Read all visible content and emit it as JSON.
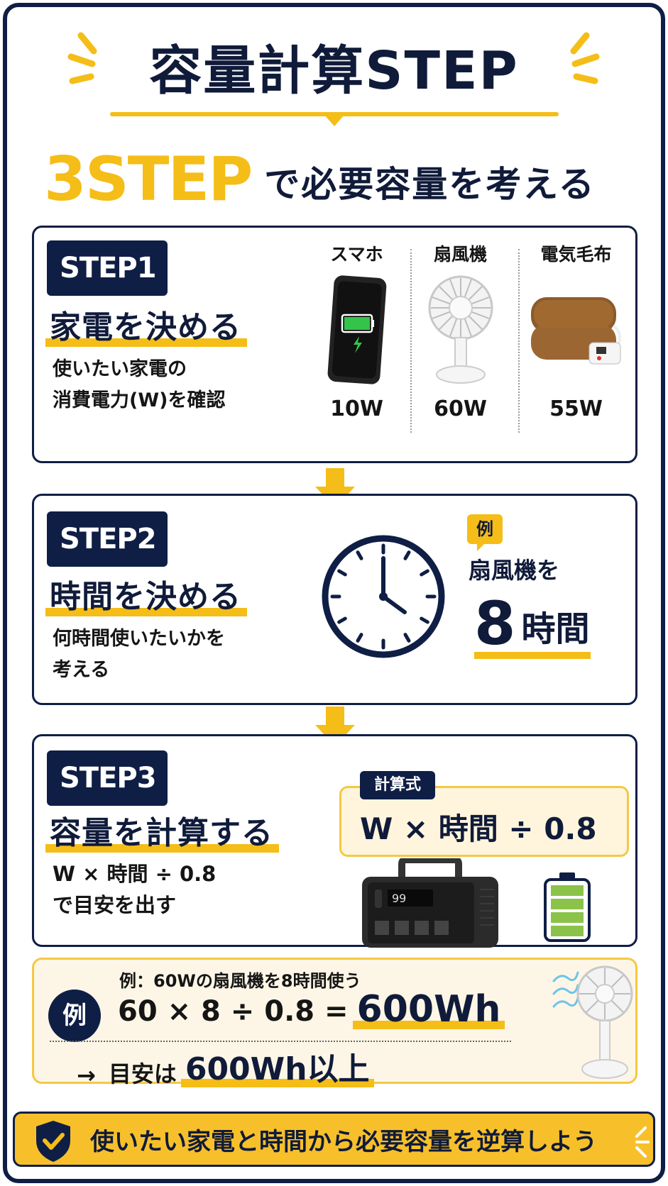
{
  "header": {
    "title": "容量計算STEP",
    "subtitle_emphasis": "3STEP",
    "subtitle_rest": "で必要容量を考える"
  },
  "colors": {
    "navy": "#0f1e45",
    "accent_yellow": "#f5bd17",
    "cream": "#fdf6e6"
  },
  "steps": [
    {
      "badge": "STEP1",
      "heading": "家電を決める",
      "description": [
        "使いたい家電の",
        "消費電力(W)を確認"
      ],
      "appliances": [
        {
          "name": "スマホ",
          "icon": "smartphone-icon",
          "watt": "10W"
        },
        {
          "name": "扇風機",
          "icon": "fan-icon",
          "watt": "60W"
        },
        {
          "name": "電気毛布",
          "icon": "electric-blanket-icon",
          "watt": "55W"
        }
      ]
    },
    {
      "badge": "STEP2",
      "heading": "時間を決める",
      "description": [
        "何時間使いたいかを",
        "考える"
      ],
      "example_tag": "例",
      "example_text": "扇風機を",
      "example_number": "8",
      "example_unit": "時間"
    },
    {
      "badge": "STEP3",
      "heading": "容量を計算する",
      "description": [
        "W × 時間 ÷ 0.8",
        "で目安を出す"
      ],
      "formula_label": "計算式",
      "formula": "W × 時間 ÷ 0.8",
      "battery_level_bars": 4
    }
  ],
  "example": {
    "badge": "例",
    "line1": "例：60Wの扇風機を8時間使う",
    "expression": "60 × 8 ÷ 0.8 =",
    "result": "600Wh",
    "arrow": "→",
    "conclusion_prefix": "目安は",
    "conclusion_value": "600Wh以上"
  },
  "footer": {
    "text": "使いたい家電と時間から必要容量を逆算しよう"
  }
}
